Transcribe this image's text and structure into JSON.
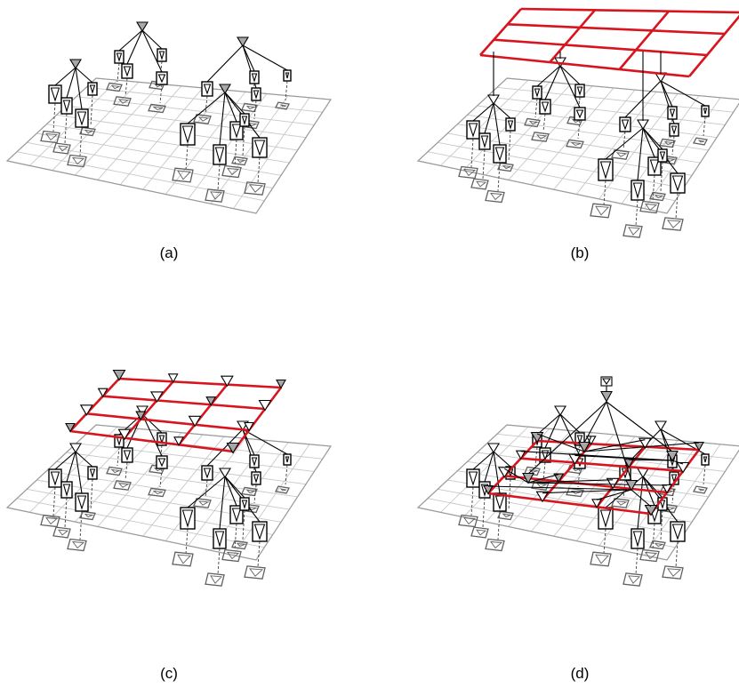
{
  "panels": [
    {
      "id": "a",
      "caption": "(a)",
      "red_grid": "none",
      "red_grid_nodes": false,
      "top_tree": false
    },
    {
      "id": "b",
      "caption": "(b)",
      "red_grid": "high",
      "red_grid_nodes": false,
      "top_tree": false
    },
    {
      "id": "c",
      "caption": "(c)",
      "red_grid": "low",
      "red_grid_nodes": true,
      "top_tree": false
    },
    {
      "id": "d",
      "caption": "(d)",
      "red_grid": "low",
      "red_grid_nodes": true,
      "top_tree": true
    }
  ],
  "colors": {
    "base_grid": "#c8c8c8",
    "base_outline": "#9a9a9a",
    "red_grid": "#d8141e",
    "tree_line": "#000000",
    "node_fill_gray": "#a8a8a8",
    "shadow": "#606060"
  }
}
